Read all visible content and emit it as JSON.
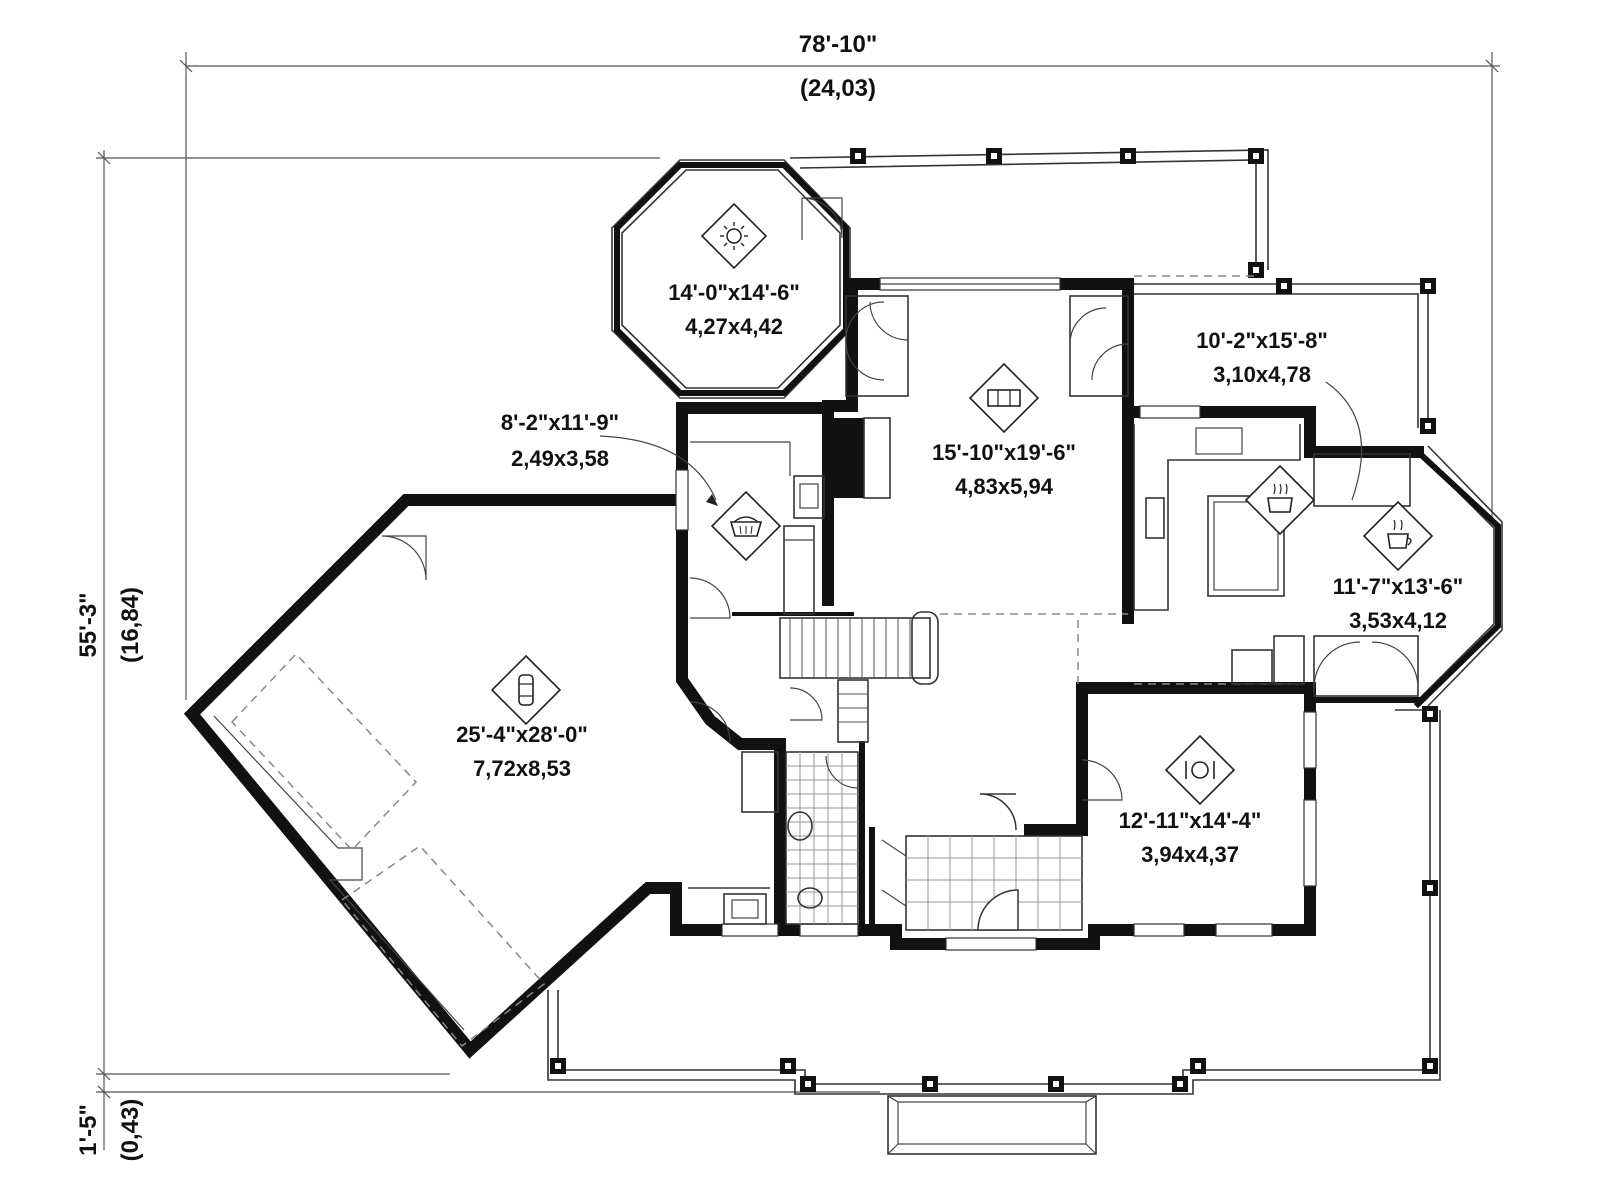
{
  "dimensions": {
    "overall_width": "78'-10\"",
    "overall_width_metric": "(24,03)",
    "overall_depth": "55'-3\"",
    "overall_depth_metric": "(16,84)",
    "step_depth": "1'-5\"",
    "step_depth_metric": "(0,43)"
  },
  "rooms": [
    {
      "id": "sunroom",
      "icon": "sun-icon",
      "imperial": "14'-0\"x14'-6\"",
      "metric": "4,27x4,42"
    },
    {
      "id": "living",
      "icon": "sofa-icon",
      "imperial": "15'-10\"x19'-6\"",
      "metric": "4,83x5,94"
    },
    {
      "id": "kitchen",
      "icon": "stove-icon",
      "imperial": "10'-2\"x15'-8\"",
      "metric": "3,10x4,78"
    },
    {
      "id": "laundry",
      "icon": "laundry-basket-icon",
      "imperial": "8'-2\"x11'-9\"",
      "metric": "2,49x3,58"
    },
    {
      "id": "breakfast",
      "icon": "coffee-cup-icon",
      "imperial": "11'-7\"x13'-6\"",
      "metric": "3,53x4,12"
    },
    {
      "id": "garage",
      "icon": "car-icon",
      "imperial": "25'-4\"x28'-0\"",
      "metric": "7,72x8,53"
    },
    {
      "id": "dining",
      "icon": "place-setting-icon",
      "imperial": "12'-11\"x14'-4\"",
      "metric": "3,94x4,37"
    }
  ]
}
